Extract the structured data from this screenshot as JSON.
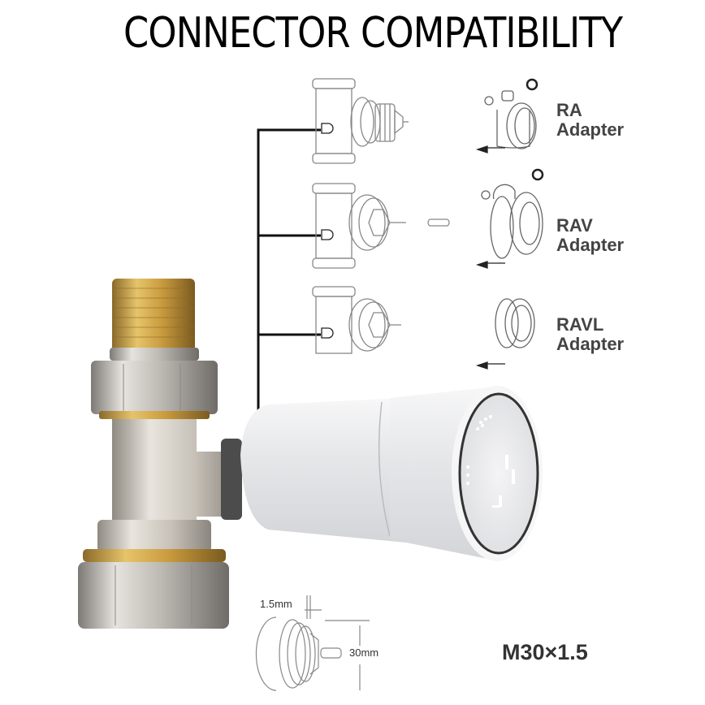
{
  "title": "CONNECTOR COMPATIBILITY",
  "adapters": [
    {
      "name": "RA",
      "label": "Adapter"
    },
    {
      "name": "RAV",
      "label": "Adapter"
    },
    {
      "name": "RAVL",
      "label": "Adapter"
    }
  ],
  "dimensions": {
    "pitch": "1.5mm",
    "diameter": "30mm"
  },
  "thread_spec": "M30×1.5",
  "colors": {
    "brass": "#c9a24a",
    "nickel": "#c9c6c0",
    "thermostat_white": "#eceef0",
    "line_art": "#777777"
  }
}
